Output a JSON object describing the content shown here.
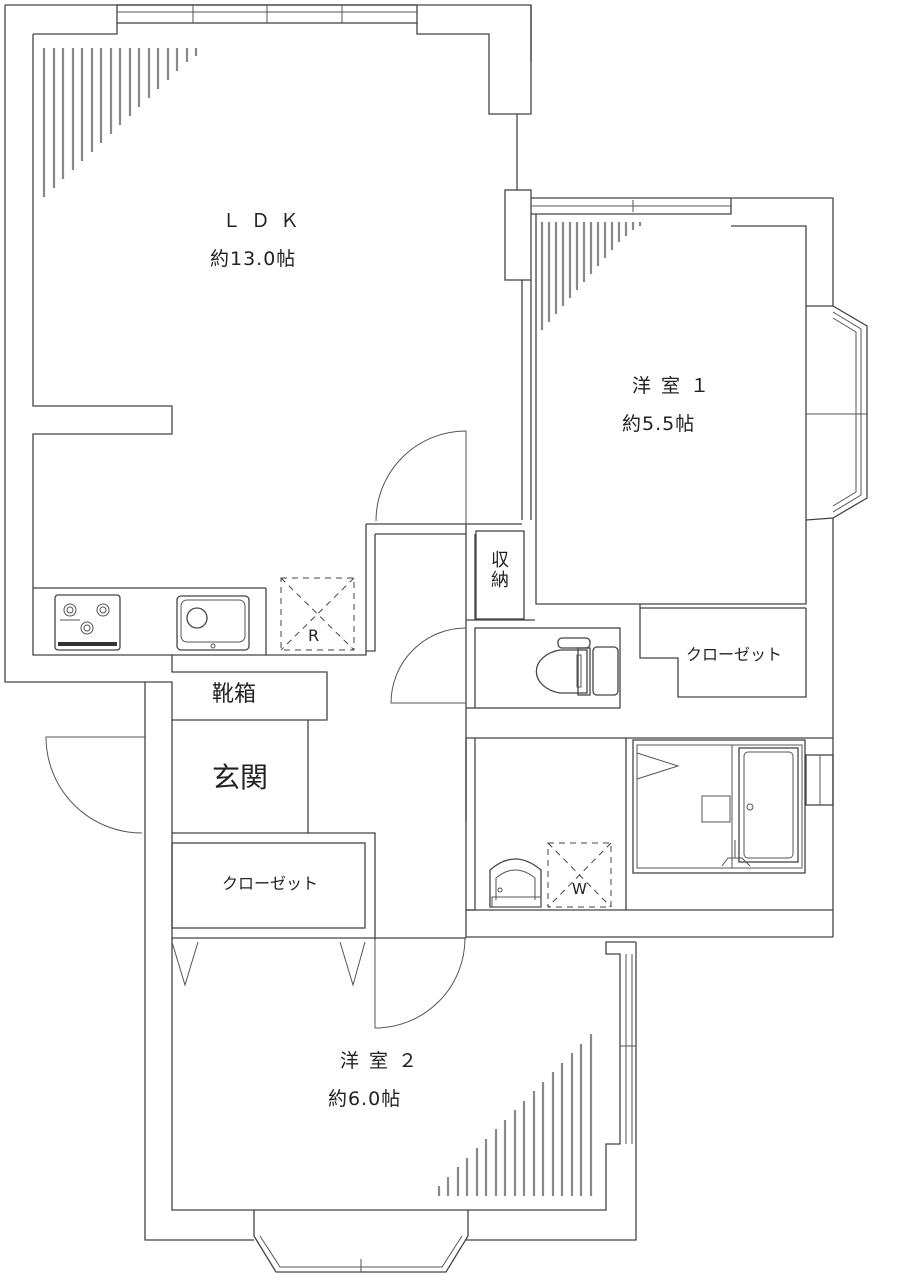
{
  "floorplan": {
    "rooms": [
      {
        "id": "ldk",
        "name": "ＬＤＫ",
        "size": "約13.0帖"
      },
      {
        "id": "western1",
        "name": "洋室１",
        "size": "約5.5帖"
      },
      {
        "id": "western2",
        "name": "洋室２",
        "size": "約6.0帖"
      }
    ],
    "labels": {
      "shoe_box": "靴箱",
      "entrance": "玄関",
      "closet_entrance": "クローゼット",
      "closet_room1": "クローゼット",
      "storage": "収納",
      "fridge": "R",
      "washer": "W"
    },
    "icons": [
      "gas-stove-icon",
      "kitchen-sink-icon",
      "toilet-icon",
      "bathtub-icon",
      "washbasin-icon"
    ]
  }
}
